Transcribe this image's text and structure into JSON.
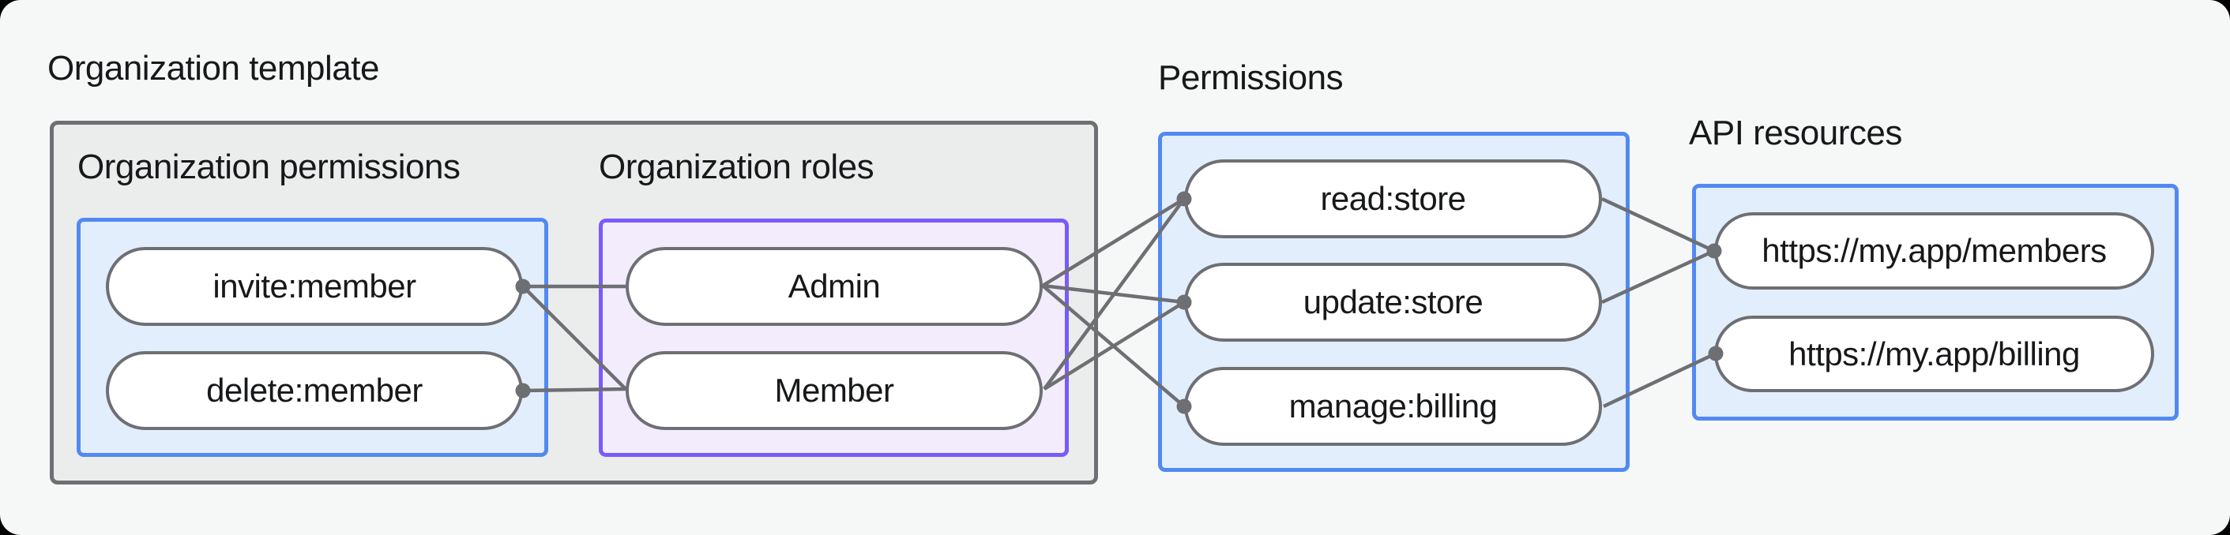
{
  "title": "Organization template",
  "colors": {
    "canvas_bg": "#F6F7F7",
    "graybox_fill": "#EBECEC",
    "stroke_gray": "#6E6F73",
    "blue_border": "#5289F2",
    "blue_fill": "#E2EEFC",
    "purple_border": "#7A5AF8",
    "purple_fill": "#F2ECFC",
    "pill_fill": "#FFFFFF",
    "text": "#17181A"
  },
  "groups": [
    {
      "id": "org-permissions",
      "label": "Organization permissions",
      "variant": "blue",
      "nodes": [
        {
          "id": "invite",
          "label": "invite:member"
        },
        {
          "id": "delete",
          "label": "delete:member"
        }
      ]
    },
    {
      "id": "org-roles",
      "label": "Organization roles",
      "variant": "purple",
      "nodes": [
        {
          "id": "admin",
          "label": "Admin"
        },
        {
          "id": "member",
          "label": "Member"
        }
      ]
    },
    {
      "id": "permissions",
      "label": "Permissions",
      "variant": "blue",
      "nodes": [
        {
          "id": "read",
          "label": "read:store"
        },
        {
          "id": "update",
          "label": "update:store"
        },
        {
          "id": "manage",
          "label": "manage:billing"
        }
      ]
    },
    {
      "id": "api-resources",
      "label": "API resources",
      "variant": "blue",
      "nodes": [
        {
          "id": "members",
          "label": "https://my.app/members"
        },
        {
          "id": "billing",
          "label": "https://my.app/billing"
        }
      ]
    }
  ],
  "edges": [
    {
      "from": "invite",
      "to": "admin"
    },
    {
      "from": "invite",
      "to": "member"
    },
    {
      "from": "delete",
      "to": "member"
    },
    {
      "from": "admin",
      "to": "read"
    },
    {
      "from": "admin",
      "to": "update"
    },
    {
      "from": "admin",
      "to": "manage"
    },
    {
      "from": "member",
      "to": "read"
    },
    {
      "from": "member",
      "to": "update"
    },
    {
      "from": "read",
      "to": "members"
    },
    {
      "from": "update",
      "to": "members"
    },
    {
      "from": "manage",
      "to": "billing"
    }
  ]
}
